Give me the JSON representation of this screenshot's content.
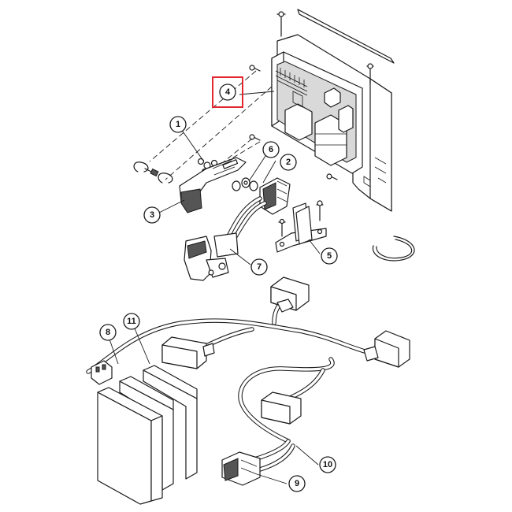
{
  "callouts": [
    {
      "id": "c1",
      "label": "1"
    },
    {
      "id": "c2",
      "label": "2"
    },
    {
      "id": "c3",
      "label": "3"
    },
    {
      "id": "c4",
      "label": "4"
    },
    {
      "id": "c5",
      "label": "5"
    },
    {
      "id": "c6",
      "label": "6"
    },
    {
      "id": "c7",
      "label": "7"
    },
    {
      "id": "c8",
      "label": "8"
    },
    {
      "id": "c9",
      "label": "9"
    },
    {
      "id": "c10",
      "label": "10"
    },
    {
      "id": "c11",
      "label": "11"
    }
  ],
  "highlighted_callout": "4",
  "colors": {
    "highlight": "#e0282e",
    "line": "#1a1a1a"
  }
}
